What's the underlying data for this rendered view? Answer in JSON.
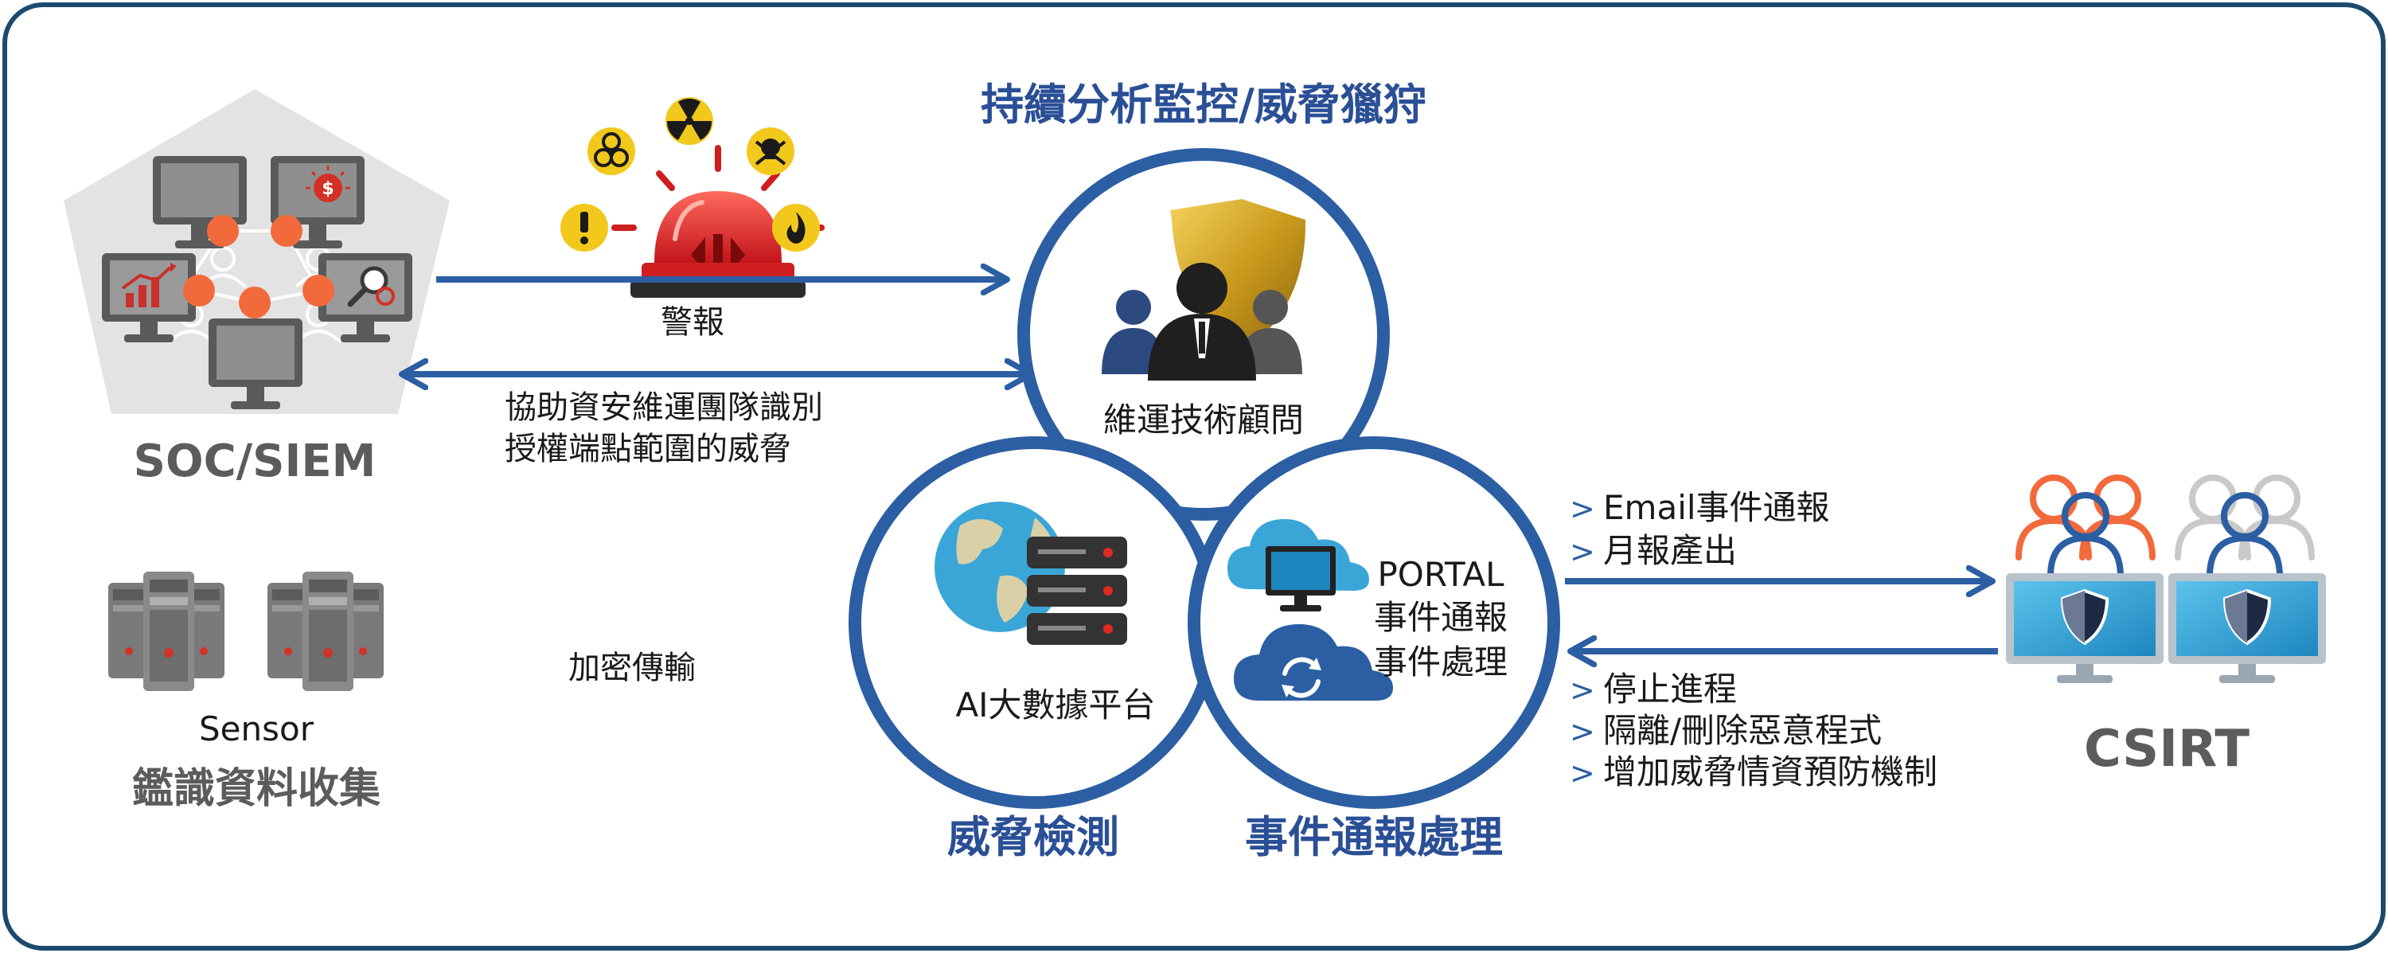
{
  "colors": {
    "border": "#1b4a6e",
    "primary_blue": "#2c5ea3",
    "heading_blue": "#2a4f96",
    "gray_text": "#5c5c5c",
    "dark_text": "#1a1a1a",
    "alert_red": "#e02a22",
    "node_orange": "#f26a3c",
    "gold": "#c9a21f",
    "sky": "#3aa6d8"
  },
  "soc": {
    "label": "SOC/SIEM",
    "icon": "pentagon-monitor-network-icon"
  },
  "alarm": {
    "label": "警報",
    "icons": [
      "biohazard-icon",
      "radiation-icon",
      "skull-icon",
      "warning-icon",
      "fire-icon",
      "siren-icon"
    ]
  },
  "assist": {
    "line1": "協助資安維運團隊識別",
    "line2": "授權端點範圍的威脅"
  },
  "sensor": {
    "label": "Sensor",
    "caption": "鑑識資料收集",
    "icon": "server-tower-icon"
  },
  "encrypt_label": "加密傳輸",
  "top_title": "持續分析監控/威脅獵狩",
  "circles": {
    "top": {
      "label": "維運技術顧問",
      "icon": "consultant-shield-icon"
    },
    "left": {
      "label": "AI大數據平台",
      "caption": "威脅檢測",
      "icon": "globe-server-icon"
    },
    "right": {
      "line1": "PORTAL",
      "line2": "事件通報",
      "line3": "事件處理",
      "caption": "事件通報處理",
      "icon": "cloud-monitor-icon"
    }
  },
  "outgoing": {
    "items": [
      "Email事件通報",
      "月報產出"
    ]
  },
  "incoming": {
    "items": [
      "停止進程",
      "隔離/刪除惡意程式",
      "增加威脅情資預防機制"
    ]
  },
  "bullet_glyph": ">",
  "csirt": {
    "label": "CSIRT",
    "icon": "team-shield-monitor-icon"
  }
}
